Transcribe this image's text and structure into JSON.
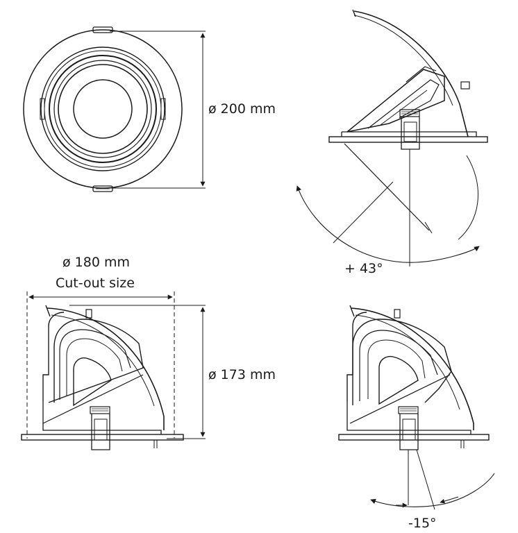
{
  "labels": {
    "diameter_outer": "ø 200 mm",
    "diameter_cutout": "ø 180 mm",
    "cutout_caption": "Cut-out size",
    "height": "ø 173 mm",
    "tilt_positive": "+ 43°",
    "tilt_negative": "-15°"
  },
  "colors": {
    "line": "#1a1a1a",
    "background": "#ffffff"
  }
}
